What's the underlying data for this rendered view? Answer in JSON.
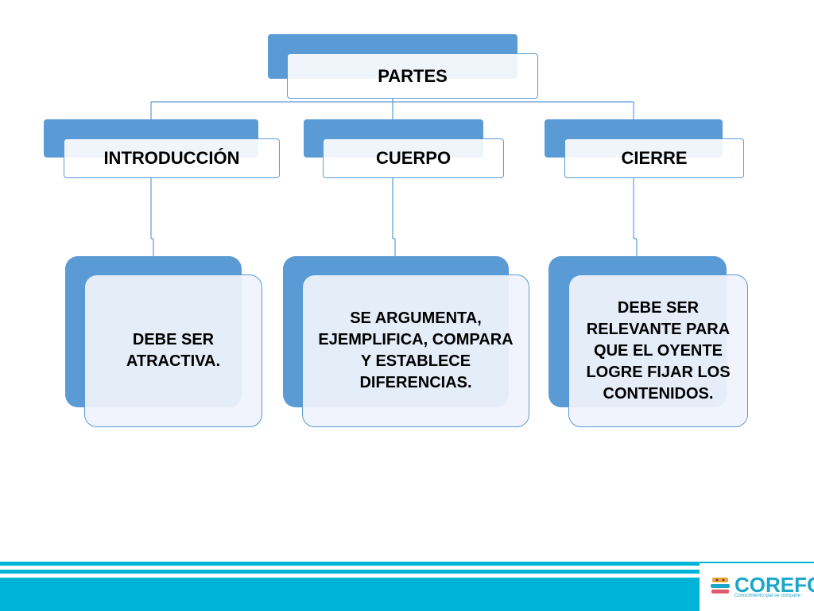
{
  "root": {
    "label": "PARTES"
  },
  "sections": [
    {
      "title": "INTRODUCCIÓN",
      "description": "DEBE SER ATRACTIVA."
    },
    {
      "title": "CUERPO",
      "description": "SE ARGUMENTA, EJEMPLIFICA, COMPARA Y ESTABLECE DIFERENCIAS."
    },
    {
      "title": "CIERRE",
      "description": "DEBE SER RELEVANTE PARA QUE EL OYENTE LOGRE FIJAR LOS CONTENIDOS."
    }
  ],
  "footer": {
    "brand": "COREFO",
    "tagline": "Conocimiento que se comparte",
    "logo_icon": "stacked-books-icon"
  },
  "colors": {
    "accent": "#5b9bd5",
    "band": "#00b4d8",
    "brand": "#1aa6c8"
  }
}
